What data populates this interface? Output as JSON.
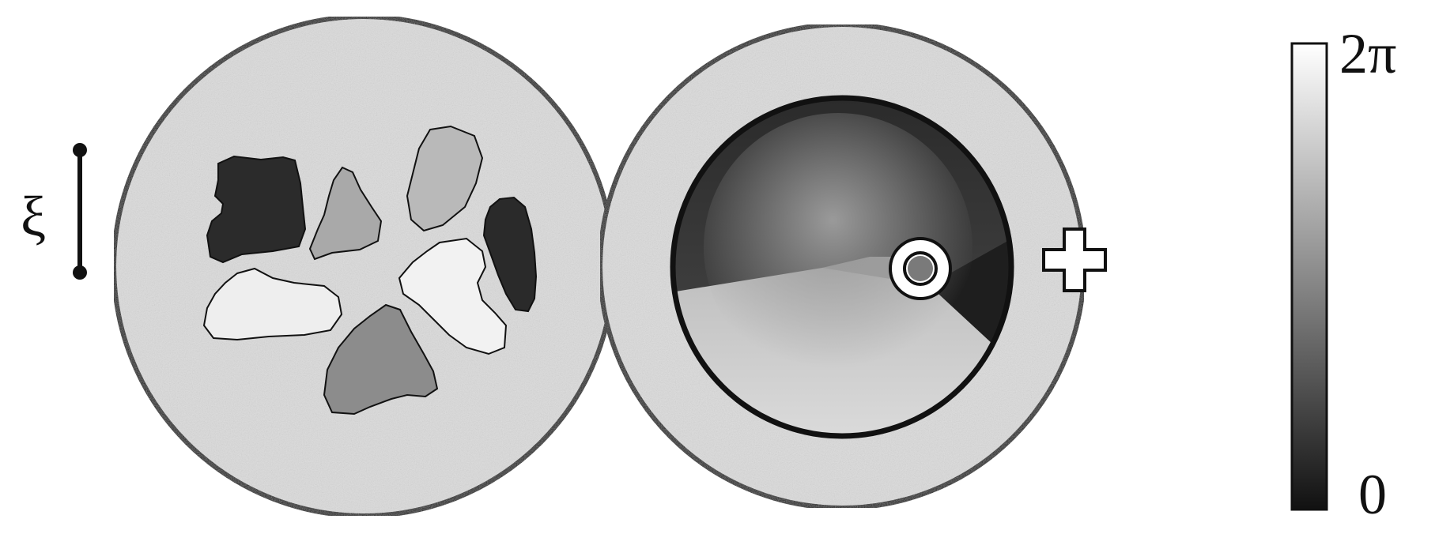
{
  "diagram": {
    "length_scale_symbol": "ξ",
    "colorbar": {
      "max_label": "2π",
      "min_label": "0",
      "gradient": [
        "#1a1a1a",
        "#ffffff"
      ]
    },
    "left_panel": {
      "description_shapes": 7,
      "domain_fills": [
        "#2b2b2b",
        "#a9a9a9",
        "#b9b9b9",
        "#2a2a2a",
        "#eeeeee",
        "#f2f2f2",
        "#8c8c8c"
      ]
    },
    "right_panel": {
      "defects": [
        "vortex",
        "antivortex"
      ]
    },
    "colors": {
      "background_texture": "#dcdcdc",
      "outline": "#111111",
      "arrow": "#111111"
    }
  }
}
